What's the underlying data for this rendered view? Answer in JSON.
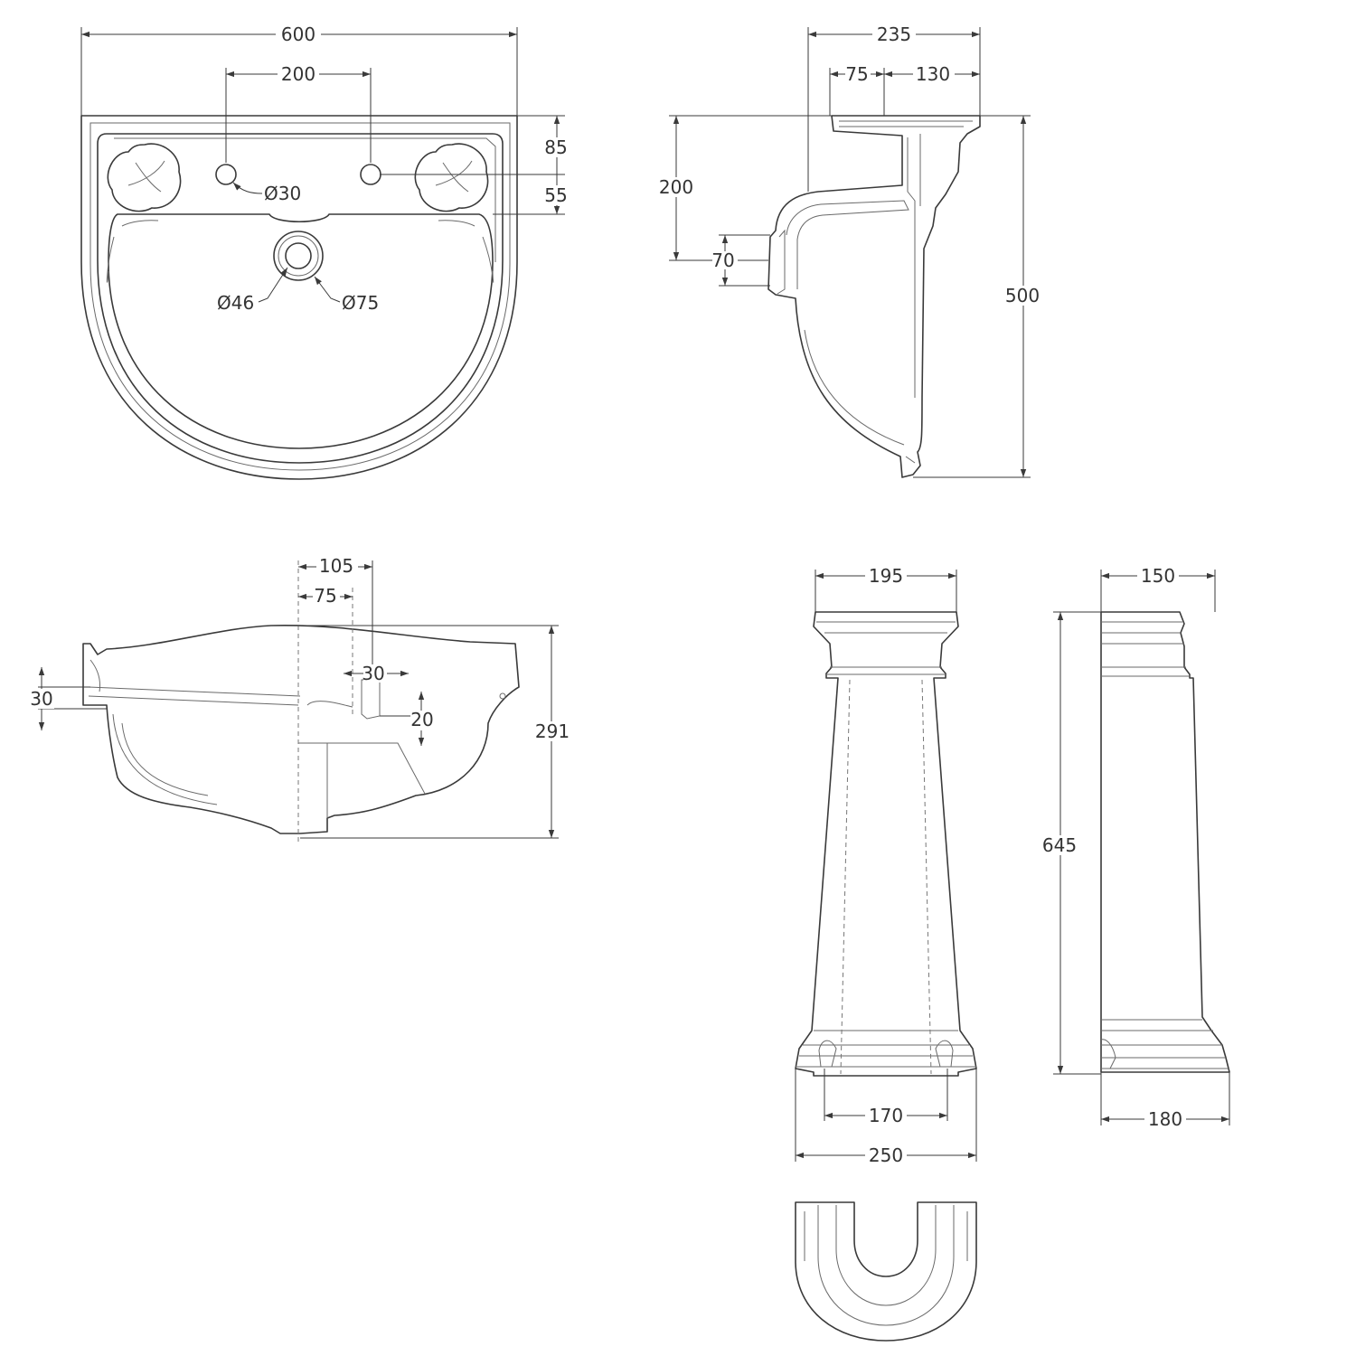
{
  "basin_plan": {
    "overall_width": "600",
    "tap_spacing": "200",
    "tap_hole": "Ø30",
    "rim_to_tap": "85",
    "tap_to_bowl": "55",
    "waste_hole": "Ø46",
    "waste_outer": "Ø75"
  },
  "basin_side": {
    "depth": "235",
    "tap_offset": "75",
    "tap_to_back": "130",
    "wall_height": "200",
    "overflow": "70",
    "height": "500"
  },
  "basin_front": {
    "waste_offset": "105",
    "tap_offset": "75",
    "overflow_width": "30",
    "overflow_height": "20",
    "rim_thickness": "30",
    "height": "291"
  },
  "pedestal_front": {
    "top_width": "195",
    "fixing_spacing": "170",
    "base_width": "250"
  },
  "pedestal_side": {
    "top_depth": "150",
    "height": "645",
    "base_depth": "180"
  }
}
